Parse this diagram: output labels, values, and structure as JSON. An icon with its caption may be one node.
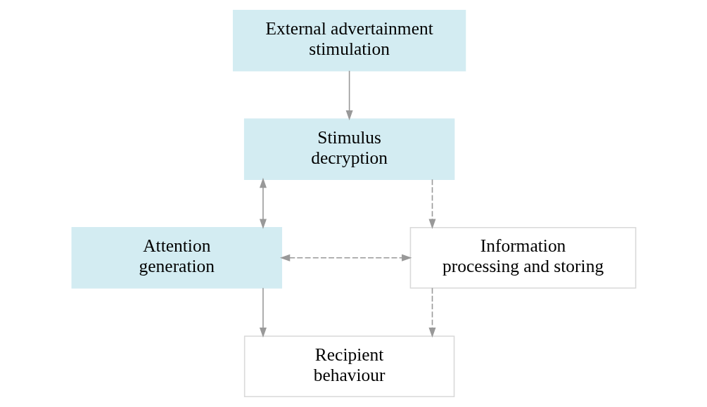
{
  "diagram": {
    "nodes": [
      {
        "text": [
          "External advertainment stimulation"
        ]
      },
      {
        "text": [
          "Stimulus decryption"
        ]
      },
      {
        "text": [
          "Attention generation"
        ]
      },
      {
        "text": [
          "Information processing and storing"
        ]
      },
      {
        "text": [
          "Recipient behaviour"
        ]
      }
    ],
    "edges": [
      {
        "from": 0,
        "to": 1,
        "arrow": "to"
      },
      {
        "from": 1,
        "to": 2,
        "arrow": "both"
      },
      {
        "from": 1,
        "to": 3,
        "arrow": "to",
        "style": "dashed"
      },
      {
        "from": 2,
        "to": 3,
        "arrow": "both",
        "style": "dashed"
      },
      {
        "from": 2,
        "to": 4,
        "arrow": "to"
      },
      {
        "from": 3,
        "to": 4,
        "arrow": "to",
        "style": "dashed"
      }
    ]
  }
}
